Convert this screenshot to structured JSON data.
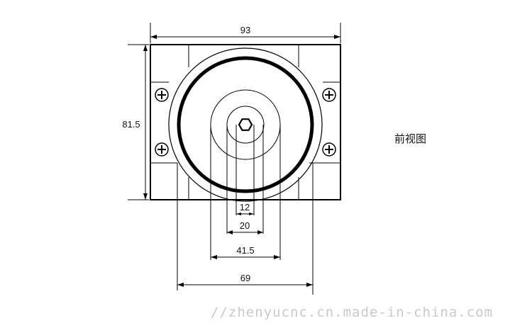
{
  "dimensions": {
    "width_top": "93",
    "height_left": "81.5",
    "d_hex": "12",
    "d_inner": "20",
    "d_mid": "41.5",
    "d_outer": "69"
  },
  "view_label": "前视图",
  "watermark": "//zhenyucnc.cn.made-in-china.com",
  "icons": {
    "screws": [
      "screw-plus-icon",
      "screw-plus-icon",
      "screw-plus-icon",
      "screw-plus-icon"
    ]
  }
}
